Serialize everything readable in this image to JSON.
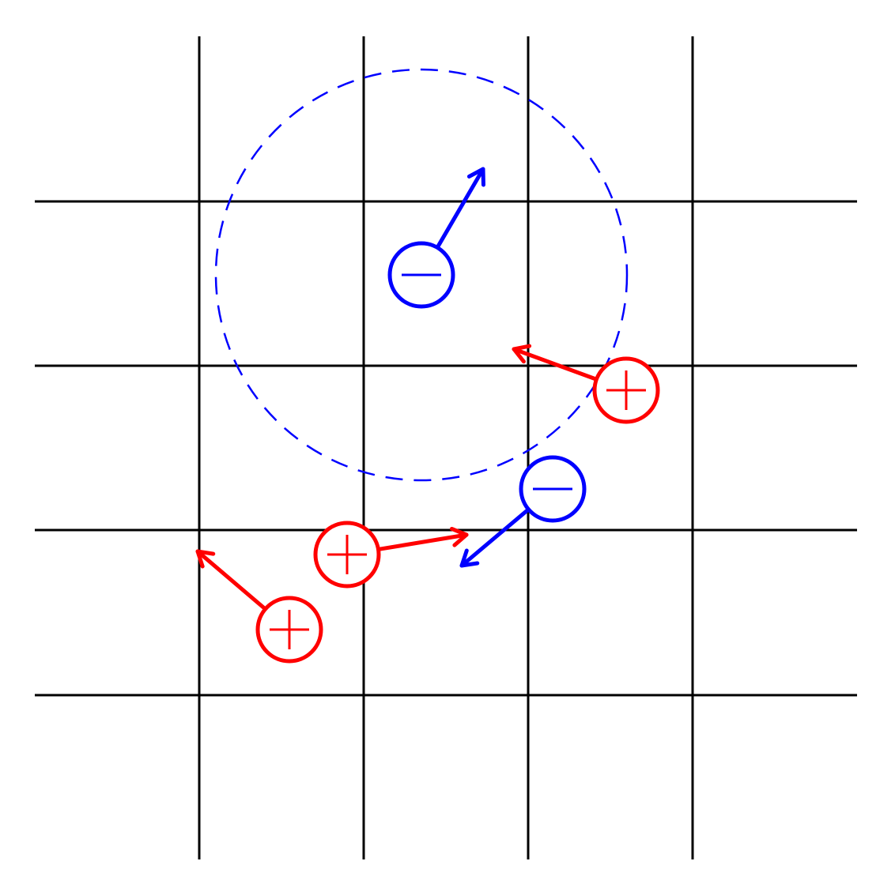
{
  "colors": {
    "grid": "#000000",
    "positive": "#ff0000",
    "negative": "#0000ff",
    "background": "#ffffff"
  },
  "grid": {
    "vertical_lines": 4,
    "horizontal_lines": 4
  },
  "cutoff_circle": {
    "style": "dashed",
    "color": "#0000ff",
    "centered_on": "negative-charge-1"
  },
  "charges": [
    {
      "id": "negative-charge-1",
      "sign": "negative",
      "symbol": "minus-icon",
      "arrow_direction": "up-right"
    },
    {
      "id": "positive-charge-1",
      "sign": "positive",
      "symbol": "plus-icon",
      "arrow_direction": "left-up"
    },
    {
      "id": "negative-charge-2",
      "sign": "negative",
      "symbol": "minus-icon",
      "arrow_direction": "down-left"
    },
    {
      "id": "positive-charge-2",
      "sign": "positive",
      "symbol": "plus-icon",
      "arrow_direction": "right"
    },
    {
      "id": "positive-charge-3",
      "sign": "positive",
      "symbol": "plus-icon",
      "arrow_direction": "up-left"
    }
  ]
}
